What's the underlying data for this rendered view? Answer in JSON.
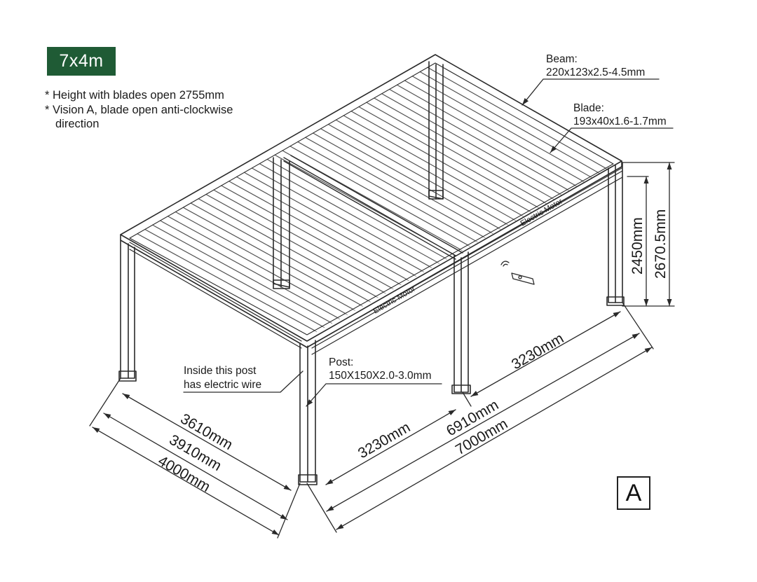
{
  "size_badge": {
    "label": "7x4m",
    "color": "#1f5b35"
  },
  "notes": [
    "* Height with blades open 2755mm",
    "* Vision A, blade open anti-clockwise",
    "direction"
  ],
  "callouts": {
    "beam_title": "Beam:",
    "beam_spec": "220x123x2.5-4.5mm",
    "blade_title": "Blade:",
    "blade_spec": "193x40x1.6-1.7mm",
    "post_title": "Post:",
    "post_spec": "150X150X2.0-3.0mm",
    "wire_line1": "Inside this post",
    "wire_line2": "has electric wire"
  },
  "motor_labels": [
    "Electric Motor",
    "Electric Motor"
  ],
  "dimensions": {
    "width_inner": "3610mm",
    "width_mid": "3910mm",
    "width_outer": "4000mm",
    "length_span_front": "3230mm",
    "length_span_back": "3230mm",
    "length_mid": "6910mm",
    "length_outer": "7000mm",
    "height_clear": "2450mm",
    "height_total": "2670.5mm"
  },
  "view_label": "A"
}
